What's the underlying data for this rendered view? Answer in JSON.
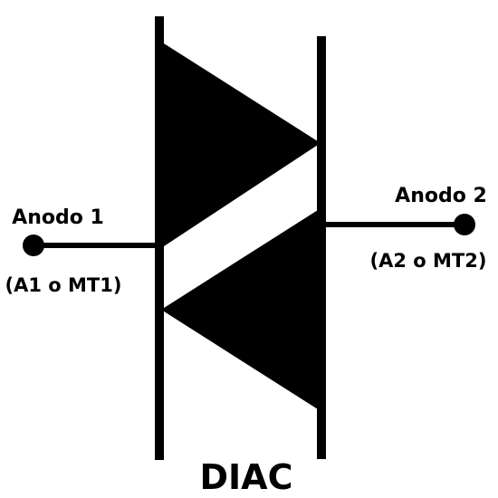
{
  "diagram": {
    "title": "DIAC",
    "terminal_1": {
      "name": "Anodo 1",
      "alias": "(A1 o MT1)"
    },
    "terminal_2": {
      "name": "Anodo 2",
      "alias": "(A2 o MT2)"
    }
  },
  "colors": {
    "ink": "#000000",
    "background": "#ffffff"
  }
}
